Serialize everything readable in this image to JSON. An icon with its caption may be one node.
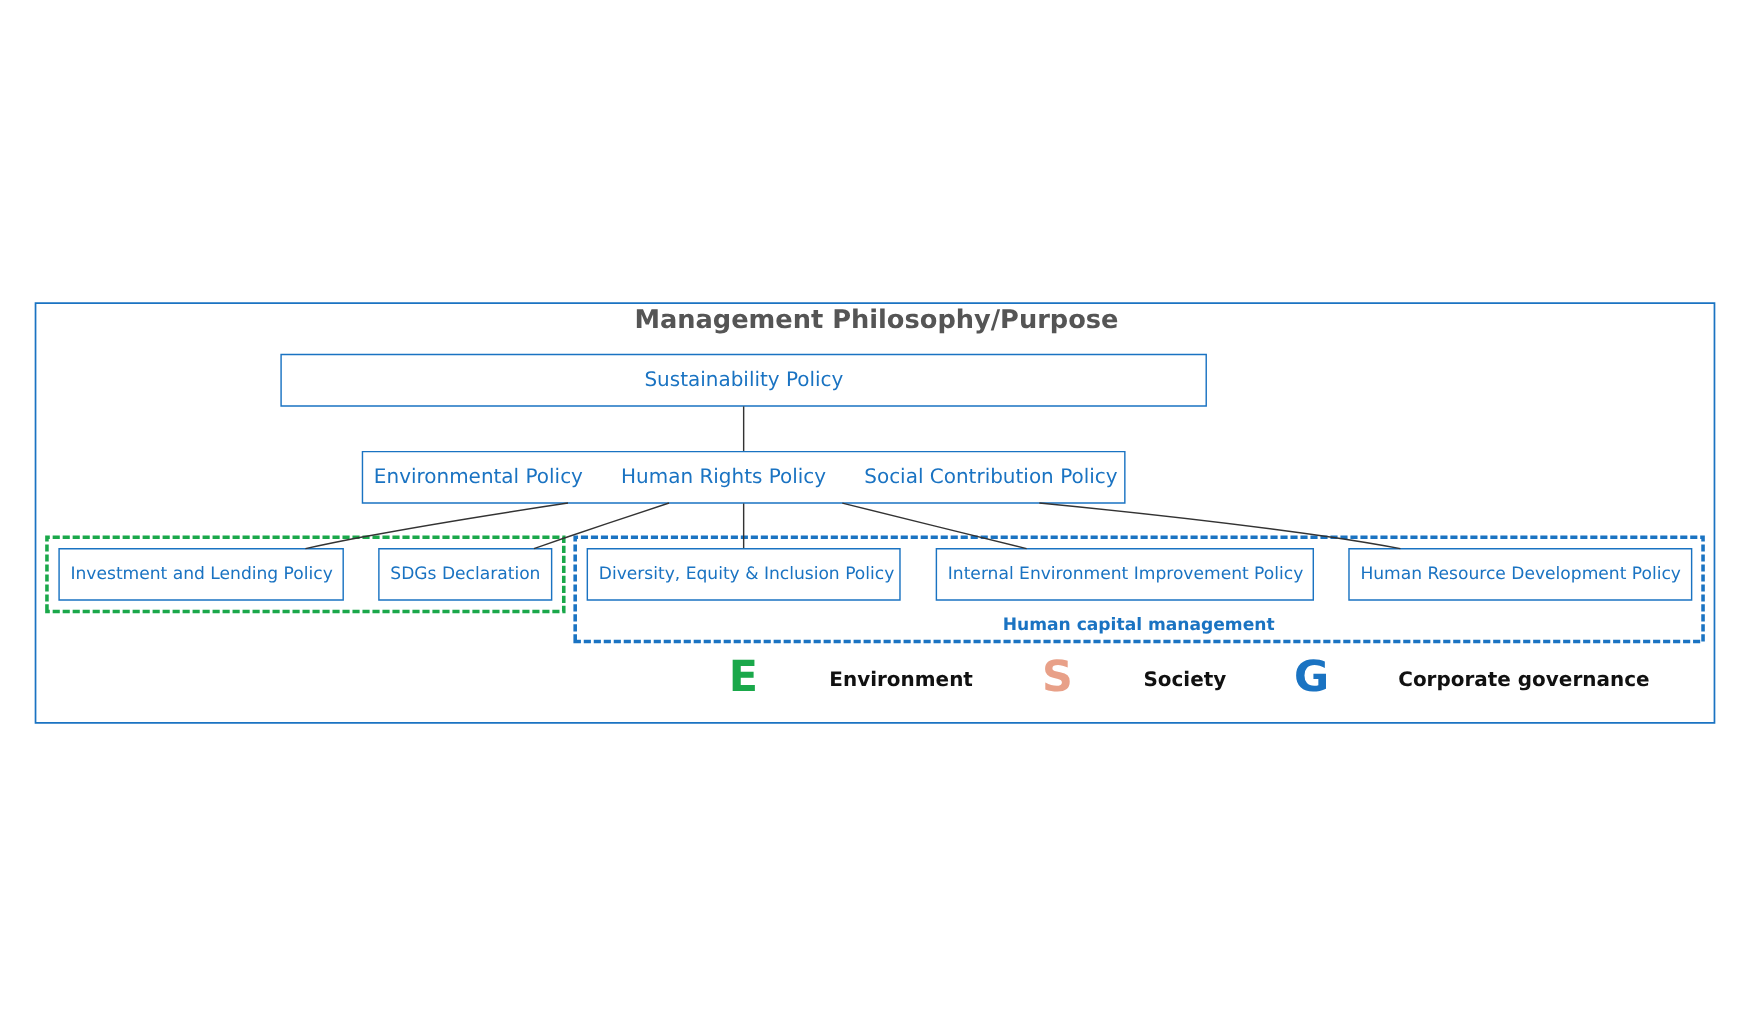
{
  "diagram": {
    "nodes": [
      {
        "text": [
          "Management Philosophy/Purpose"
        ]
      },
      {
        "text": [
          "Sustainability Policy"
        ],
        "in": 0
      },
      {
        "text": [
          "Environmental Policy",
          "Human Rights Policy",
          "Social Contribution Policy"
        ],
        "in": 0
      },
      {
        "text": [],
        "shape": "box",
        "in": 0
      },
      {
        "text": [
          "SDGs Declaration"
        ],
        "in": 3
      },
      {
        "text": [
          "Investment and Lending Policy"
        ],
        "in": 3
      },
      {
        "text": [
          "Human capital management"
        ],
        "in": 0
      },
      {
        "text": [
          "Human Resource Development Policy"
        ],
        "in": 6
      },
      {
        "text": [
          "Internal Environment Improvement Policy"
        ],
        "in": 6
      },
      {
        "text": [
          "Diversity, Equity & Inclusion Policy"
        ],
        "in": 6
      }
    ],
    "edges": [
      {
        "from": 1,
        "to": 2,
        "arrow": "none"
      },
      {
        "from": 2,
        "to": 4,
        "arrow": "none"
      },
      {
        "from": 2,
        "to": 5,
        "arrow": "none"
      },
      {
        "from": 2,
        "to": 7,
        "arrow": "none"
      },
      {
        "from": 2,
        "to": 8,
        "arrow": "none"
      },
      {
        "from": 2,
        "to": 9,
        "arrow": "none"
      }
    ],
    "labels": [
      "E",
      "Environment",
      "S",
      "Society",
      "G",
      "Corporate governance"
    ]
  }
}
